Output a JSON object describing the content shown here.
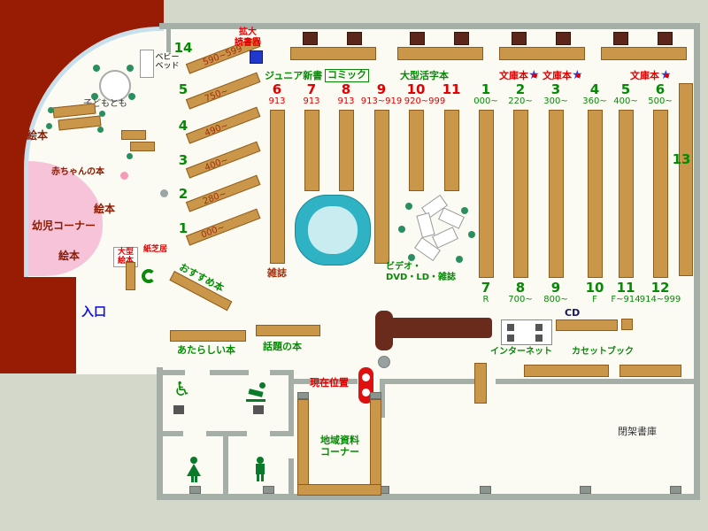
{
  "colors": {
    "outer_wall_red": "#971c03",
    "shelf_tan": "#c9964a",
    "lounge_teal": "#2fb3c4",
    "infant_pink": "#f6c3d8",
    "text_green": "#068a06",
    "text_red": "#e30000",
    "entrance_blue": "#1515dd"
  },
  "icons": {
    "star": "★",
    "wheelchair": "♿"
  },
  "top": {
    "magnifier_line1": "拡大",
    "magnifier_line2": "読書器",
    "junior": "ジュニア新書",
    "comic": "コミック",
    "large_print": "大型活字本",
    "bunko": "文庫本"
  },
  "stacks": {
    "red": [
      {
        "num": "6",
        "range": "913"
      },
      {
        "num": "7",
        "range": "913"
      },
      {
        "num": "8",
        "range": "913"
      },
      {
        "num": "9",
        "range": "913~919"
      },
      {
        "num": "10",
        "range": "920~999"
      },
      {
        "num": "11",
        "range": ""
      }
    ],
    "green_top": [
      {
        "num": "1",
        "range": "000~"
      },
      {
        "num": "2",
        "range": "220~"
      },
      {
        "num": "3",
        "range": "300~"
      },
      {
        "num": "4",
        "range": "360~"
      },
      {
        "num": "5",
        "range": "400~"
      },
      {
        "num": "6",
        "range": "500~"
      }
    ],
    "green_bottom": [
      {
        "num": "7",
        "range": "R"
      },
      {
        "num": "8",
        "range": "700~"
      },
      {
        "num": "9",
        "range": "800~"
      },
      {
        "num": "10",
        "range": "F"
      },
      {
        "num": "11",
        "range": "F~914"
      },
      {
        "num": "12",
        "range": "914~999"
      }
    ],
    "right_number": "13"
  },
  "diagonal": [
    {
      "num": "14",
      "range": "590~599"
    },
    {
      "num": "5",
      "range": "750~"
    },
    {
      "num": "4",
      "range": "490~"
    },
    {
      "num": "3",
      "range": "400~"
    },
    {
      "num": "2",
      "range": "280~"
    },
    {
      "num": "1",
      "range": "000~"
    }
  ],
  "center": {
    "magazine": "雑誌",
    "video_line1": "ビデオ・",
    "video_line2": "DVD・LD・雑誌",
    "recommended": "おすすめ本"
  },
  "children": {
    "ehon": "絵本",
    "infant_corner": "幼児コーナー",
    "baby_books": "赤ちゃんの本",
    "kodomo": "子どもとも",
    "bed_line1": "ベビー",
    "bed_line2": "ベッド",
    "large_ehon_line1": "大型",
    "large_ehon_line2": "絵本",
    "kamishibai": "紙芝居"
  },
  "bottom": {
    "entrance": "入口",
    "new_books": "あたらしい本",
    "topic_books": "話題の本",
    "current_position": "現在位置",
    "cd": "CD",
    "internet": "インターネット",
    "cassette": "カセットブック",
    "local_line1": "地域資料",
    "local_line2": "コーナー",
    "closed_stacks": "閉架書庫"
  }
}
